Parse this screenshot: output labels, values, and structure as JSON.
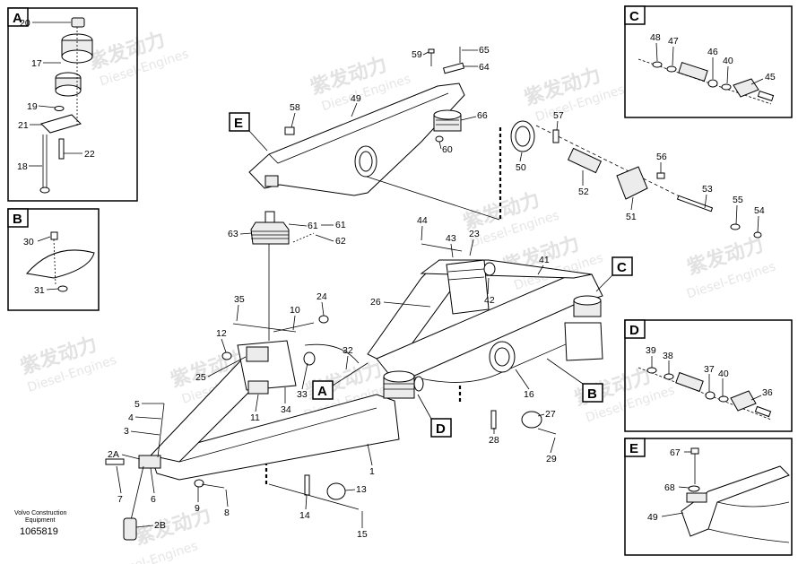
{
  "boxes": {
    "A": "A",
    "B": "B",
    "C": "C",
    "D": "D",
    "E": "E"
  },
  "main_labels": {
    "A": "A",
    "B": "B",
    "C": "C",
    "D": "D",
    "E": "E"
  },
  "callouts": {
    "n1": "1",
    "n2A": "2A",
    "n2B": "2B",
    "n3": "3",
    "n4": "4",
    "n5": "5",
    "n6": "6",
    "n7": "7",
    "n8": "8",
    "n9": "9",
    "n10": "10",
    "n11": "11",
    "n12": "12",
    "n13": "13",
    "n14": "14",
    "n15": "15",
    "n16": "16",
    "n17": "17",
    "n18": "18",
    "n19": "19",
    "n20": "20",
    "n21": "21",
    "n22": "22",
    "n23": "23",
    "n24": "24",
    "n25": "25",
    "n26": "26",
    "n27": "27",
    "n28": "28",
    "n29": "29",
    "n30": "30",
    "n31": "31",
    "n32": "32",
    "n33": "33",
    "n34": "34",
    "n35": "35",
    "n36": "36",
    "n37": "37",
    "n38": "38",
    "n39": "39",
    "n40a": "40",
    "n40b": "40",
    "n41": "41",
    "n42": "42",
    "n43": "43",
    "n44": "44",
    "n45": "45",
    "n46": "46",
    "n47": "47",
    "n48": "48",
    "n49": "49",
    "n49e": "49",
    "n50": "50",
    "n51": "51",
    "n52": "52",
    "n53": "53",
    "n54": "54",
    "n55": "55",
    "n56": "56",
    "n57": "57",
    "n58": "58",
    "n59": "59",
    "n60": "60",
    "n61": "61",
    "n62": "62",
    "n63": "63",
    "n64": "64",
    "n65": "65",
    "n66": "66",
    "n67": "67",
    "n68": "68"
  },
  "footer": {
    "brand_line1": "Volvo Construction",
    "brand_line2": "Equipment",
    "part_number": "1065819"
  },
  "watermark": {
    "text_cn": "紫发动力",
    "text_en": "Diesel-Engines"
  },
  "colors": {
    "line": "#000000",
    "background": "#ffffff",
    "watermark": "#e2e2e2"
  }
}
